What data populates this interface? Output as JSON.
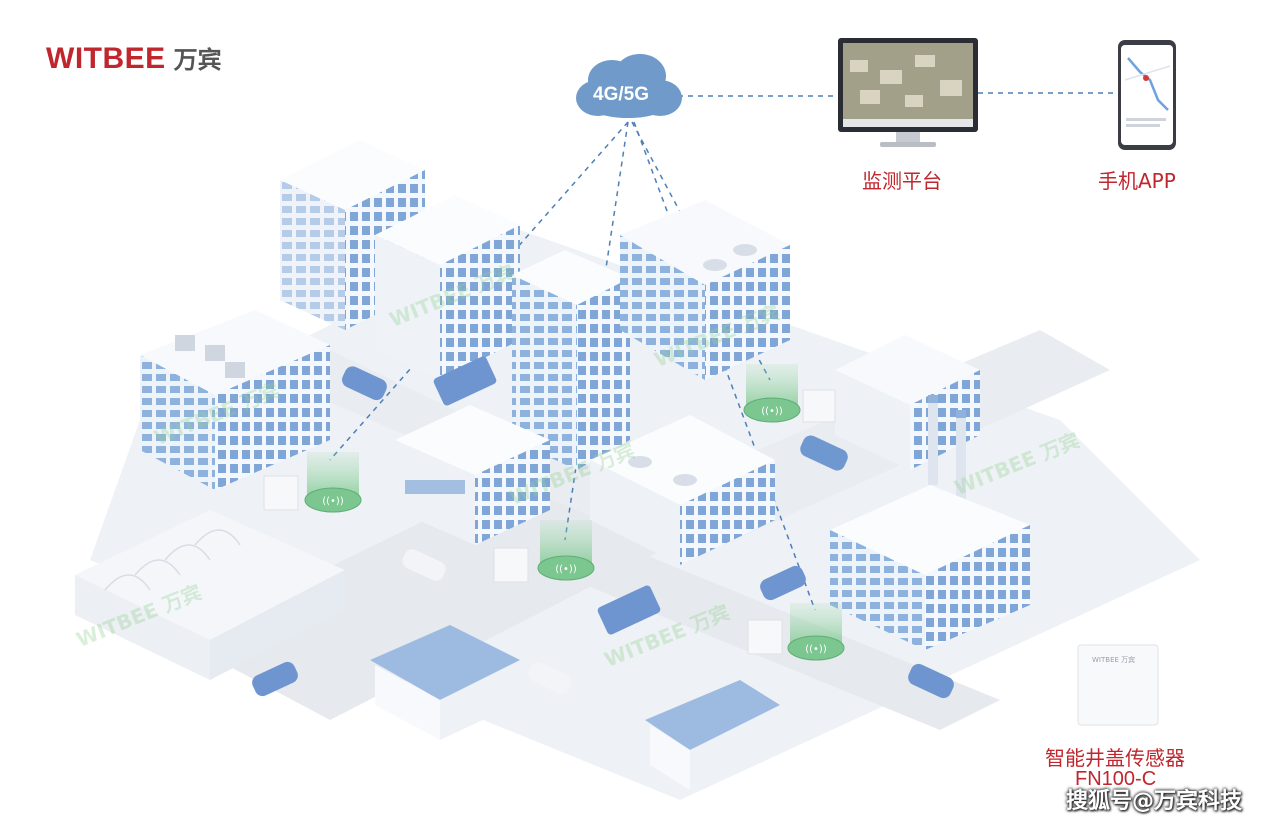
{
  "brand": {
    "name_en": "WITBEE",
    "name_cn": "万宾",
    "color": "#c0262d"
  },
  "network": {
    "cloud_label": "4G/5G",
    "cloud_color": "#6f9ac9",
    "link_color": "#4d7fb8"
  },
  "nodes": {
    "platform_label": "监测平台",
    "app_label": "手机APP"
  },
  "device": {
    "name": "智能井盖传感器",
    "model": "FN100-C",
    "box_brand": "WITBEE 万宾"
  },
  "watermark": {
    "text": "WITBEE 万宾"
  },
  "footer": {
    "credit": "搜狐号@万宾科技"
  },
  "colors": {
    "label_red": "#c0262d",
    "building_blue": "#8fb1dc",
    "sensor_green": "#7cc690"
  }
}
